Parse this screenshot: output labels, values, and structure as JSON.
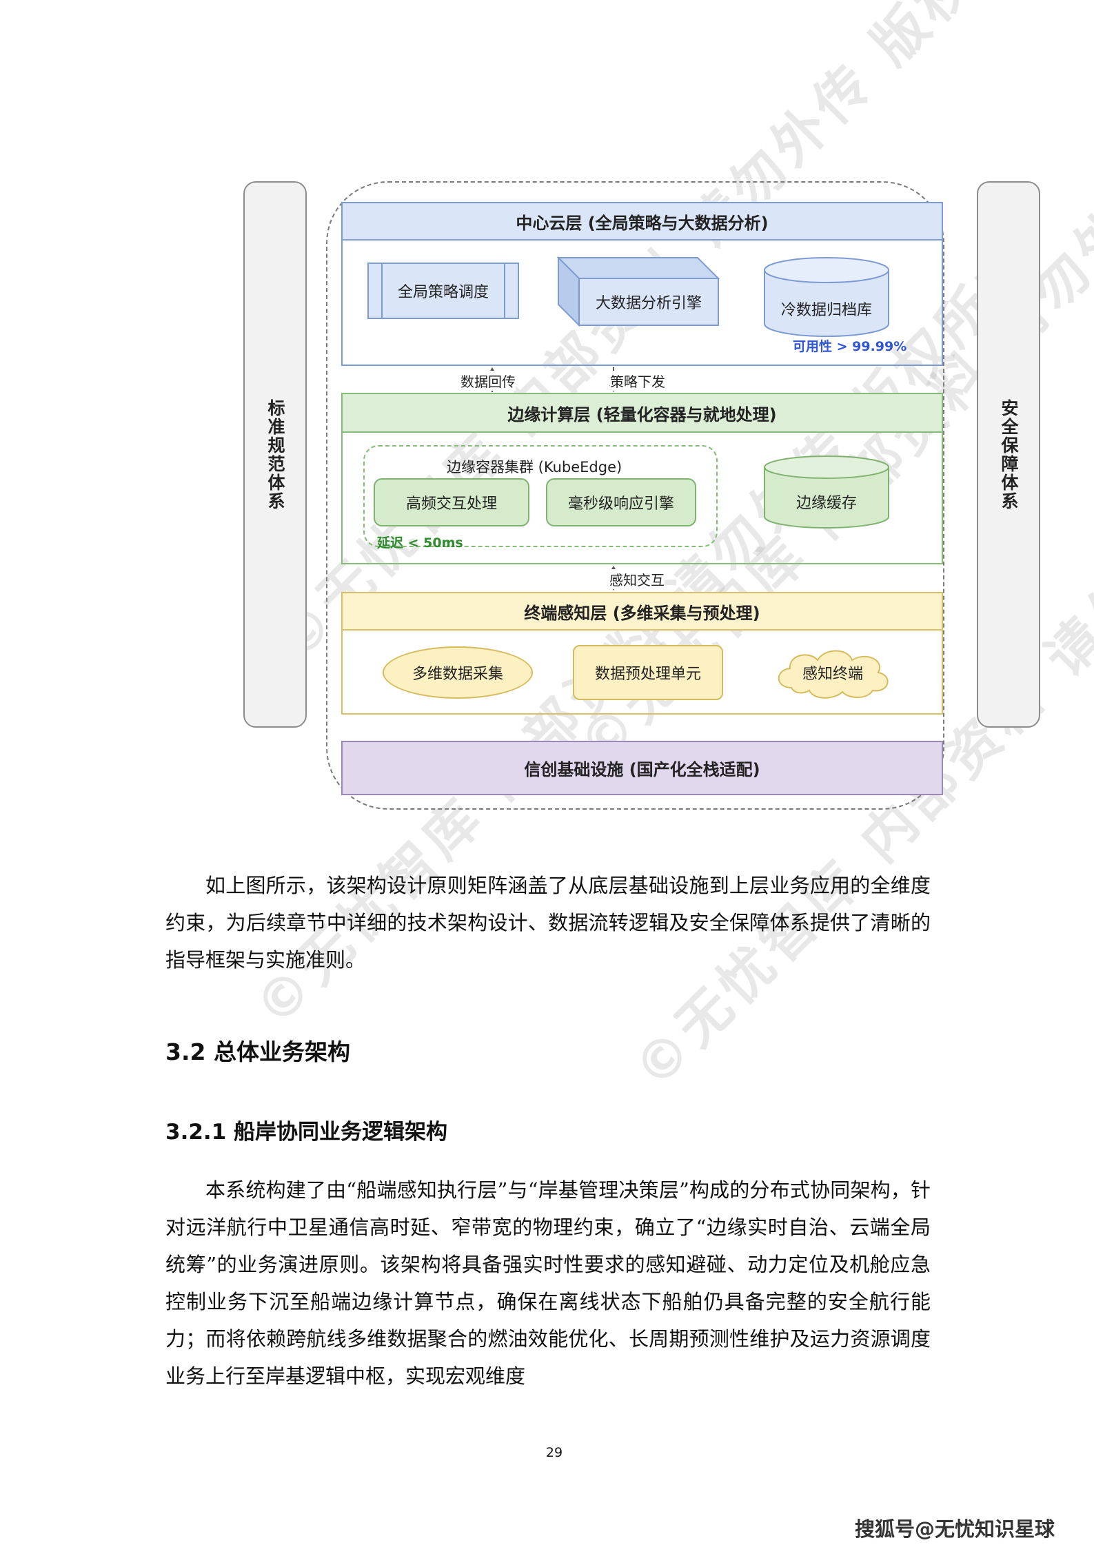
{
  "watermark": "©无忧智库 内部资料 请勿外传 版权所有",
  "diagram": {
    "side_left": "标准规范体系",
    "side_right": "安全保障体系",
    "cloud_layer": {
      "title": "中心云层 (全局策略与大数据分析)",
      "node1": "全局策略调度",
      "node2": "大数据分析引擎",
      "node3": "冷数据归档库",
      "availability": "可用性 > 99.99%"
    },
    "flow_up": "数据回传",
    "flow_down": "策略下发",
    "edge_layer": {
      "title": "边缘计算层 (轻量化容器与就地处理)",
      "cluster_label": "边缘容器集群 (KubeEdge)",
      "node1": "高频交互处理",
      "node2": "毫秒级响应引擎",
      "node3": "边缘缓存",
      "latency": "延迟 < 50ms"
    },
    "flow_mid": "感知交互",
    "terminal_layer": {
      "title": "终端感知层 (多维采集与预处理)",
      "node1": "多维数据采集",
      "node2": "数据预处理单元",
      "node3": "感知终端"
    },
    "infra_layer": {
      "title": "信创基础设施 (国产化全栈适配)"
    }
  },
  "text": {
    "para1": "如上图所示，该架构设计原则矩阵涵盖了从底层基础设施到上层业务应用的全维度约束，为后续章节中详细的技术架构设计、数据流转逻辑及安全保障体系提供了清晰的指导框架与实施准则。",
    "h2": "3.2 总体业务架构",
    "h3": "3.2.1 船岸协同业务逻辑架构",
    "para2": "本系统构建了由“船端感知执行层”与“岸基管理决策层”构成的分布式协同架构，针对远洋航行中卫星通信高时延、窄带宽的物理约束，确立了“边缘实时自治、云端全局统筹”的业务演进原则。该架构将具备强实时性要求的感知避碰、动力定位及机舱应急控制业务下沉至船端边缘计算节点，确保在离线状态下船舶仍具备完整的安全航行能力；而将依赖跨航线多维数据聚合的燃油效能优化、长周期预测性维护及运力资源调度业务上行至岸基逻辑中枢，实现宏观维度"
  },
  "page_number": "29",
  "footer_brand": "搜狐号@无忧知识星球",
  "colors": {
    "cloud": "#dae6f8",
    "edge": "#dcefd6",
    "terminal": "#fdf3cc",
    "infra": "#e2d8ed",
    "accent_blue": "#2f55d4",
    "accent_green": "#2e8b2e"
  }
}
